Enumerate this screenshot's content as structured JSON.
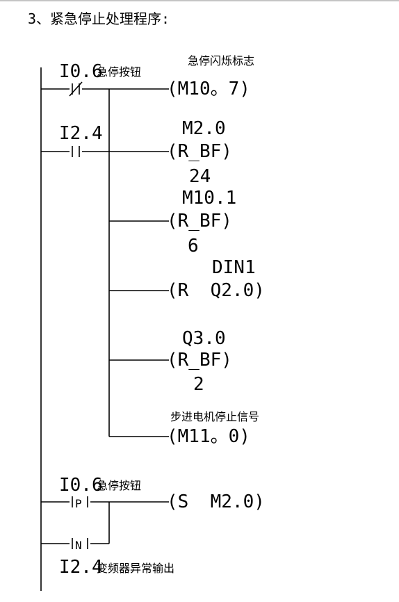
{
  "heading": "3、紧急停止处理程序:",
  "network1": {
    "contact_main": {
      "addr": "I0.6",
      "comment": "急停按钮",
      "type": "normally-closed"
    },
    "contact_parallel": {
      "addr": "I2.4",
      "type": "normally-open"
    },
    "coils": [
      {
        "comment": "急停闪烁标志",
        "instr": "(M10。7)"
      },
      {
        "top": "M2.0",
        "instr": "(R_BF)",
        "bottom": "24"
      },
      {
        "top": "M10.1",
        "instr": "(R_BF)",
        "bottom": "6"
      },
      {
        "top": "DIN1",
        "instr": "(R  Q2.0)"
      },
      {
        "top": "Q3.0",
        "instr": "(R_BF)",
        "bottom": "2"
      },
      {
        "comment": "步进电机停止信号",
        "instr": "(M11。0)"
      }
    ]
  },
  "network2": {
    "contact_main": {
      "addr": "I0.6",
      "comment": "急停按钮",
      "symbol": "P"
    },
    "contact_parallel": {
      "addr": "I2.4",
      "comment": "变频器异常输出",
      "symbol": "N"
    },
    "coil": {
      "instr": "(S  M2.0)"
    }
  }
}
